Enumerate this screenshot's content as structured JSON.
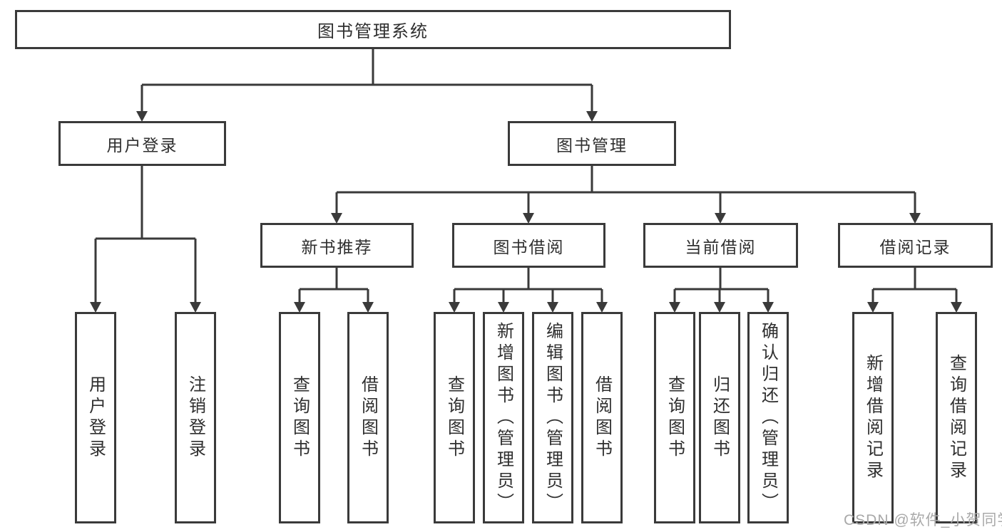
{
  "diagram_title": "图书管理系统",
  "tree": {
    "label": "图书管理系统",
    "children": [
      {
        "label": "用户登录",
        "children": [
          {
            "label": "用户登录"
          },
          {
            "label": "注销登录"
          }
        ]
      },
      {
        "label": "图书管理",
        "children": [
          {
            "label": "新书推荐",
            "children": [
              {
                "label": "查询图书"
              },
              {
                "label": "借阅图书"
              }
            ]
          },
          {
            "label": "图书借阅",
            "children": [
              {
                "label": "查询图书"
              },
              {
                "label": "新增图书（管理员）"
              },
              {
                "label": "编辑图书（管理员）"
              },
              {
                "label": "借阅图书"
              }
            ]
          },
          {
            "label": "当前借阅",
            "children": [
              {
                "label": "查询图书"
              },
              {
                "label": "归还图书"
              },
              {
                "label": "确认归还（管理员）"
              }
            ]
          },
          {
            "label": "借阅记录",
            "children": [
              {
                "label": "新增借阅记录"
              },
              {
                "label": "查询借阅记录"
              }
            ]
          }
        ]
      }
    ]
  },
  "watermark": "CSDN @软件_小贺同学",
  "colors": {
    "background": "#ffffff",
    "line": "#3a3a3a",
    "text": "#2f2f2f",
    "watermark": "#a9a9a9"
  }
}
